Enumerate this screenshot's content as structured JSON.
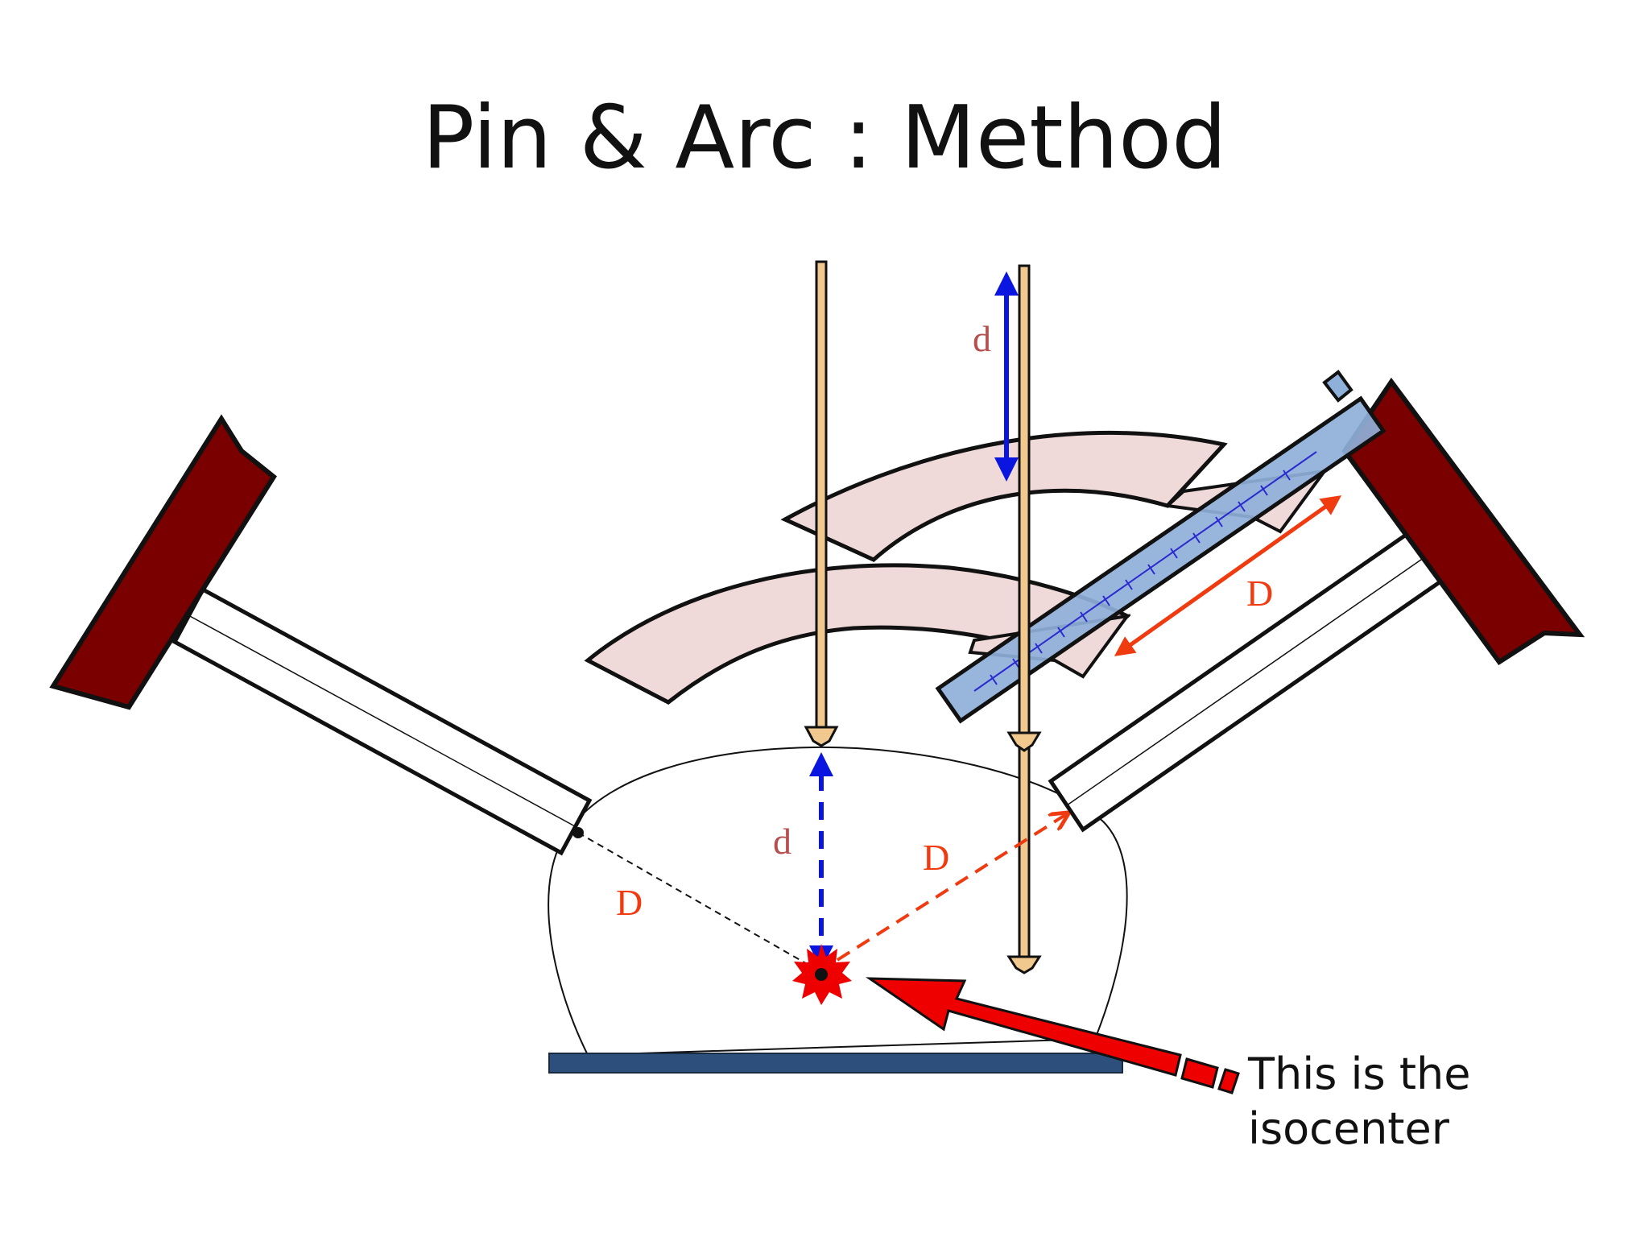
{
  "title": "Pin & Arc : Method",
  "labels": {
    "d_top": "d",
    "D_ruler": "D",
    "d_dashed": "d",
    "D_left": "D",
    "D_right": "D"
  },
  "caption": {
    "line1": "This is the",
    "line2": "isocenter"
  },
  "colors": {
    "laser_head": "#7a0000",
    "couch": "#2c4f7c",
    "arc": "#efd9d9",
    "ruler": "#8fb0d9",
    "pin": "#f1c98f",
    "blue_arrow": "#0a16e0",
    "red_arrow": "#f03a10",
    "isocenter": "#ee0000"
  }
}
